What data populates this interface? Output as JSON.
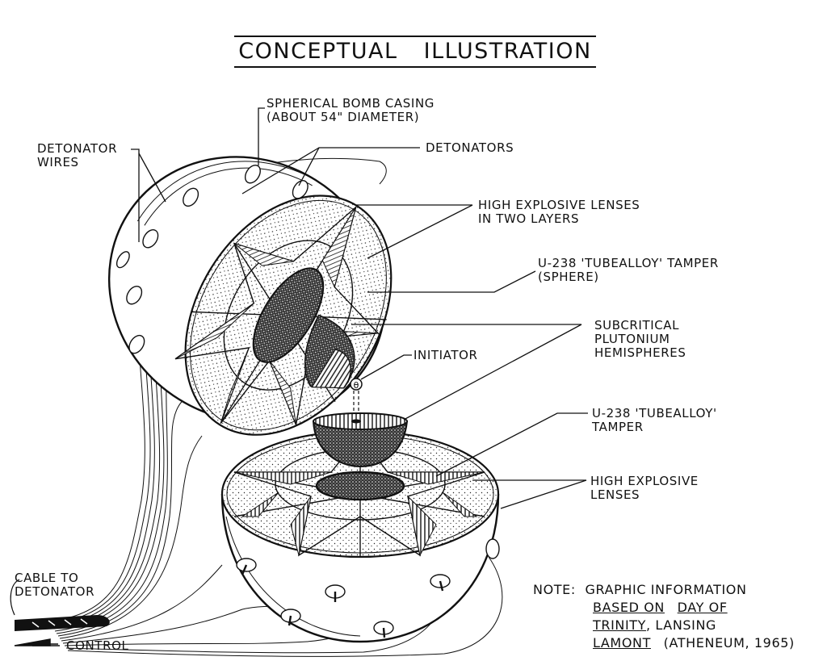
{
  "title": "CONCEPTUAL ILLUSTRATION",
  "labels": {
    "casing_line1": "SPHERICAL BOMB CASING",
    "casing_line2": "(ABOUT 54\" DIAMETER)",
    "detonators": "DETONATORS",
    "detonator_wires_line1": "DETONATOR",
    "detonator_wires_line2": "WIRES",
    "he_two_layers_line1": "HIGH EXPLOSIVE LENSES",
    "he_two_layers_line2": "IN TWO LAYERS",
    "tamper_sphere_line1": "U-238 'TUBEALLOY' TAMPER",
    "tamper_sphere_line2": "(SPHERE)",
    "plutonium_line1": "SUBCRITICAL",
    "plutonium_line2": "PLUTONIUM",
    "plutonium_line3": "HEMISPHERES",
    "initiator": "INITIATOR",
    "tamper_line1": "U-238 'TUBEALLOY'",
    "tamper_line2": "TAMPER",
    "he_lenses_line1": "HIGH EXPLOSIVE",
    "he_lenses_line2": "LENSES",
    "cable_line1": "CABLE TO",
    "cable_line2": "DETONATOR",
    "control": "CONTROL"
  },
  "note": {
    "key": "NOTE:",
    "line1": "GRAPHIC INFORMATION",
    "line2_a": "BASED ON",
    "line2_b": "DAY OF",
    "line3_a": "TRINITY",
    "line3_b": ", LANSING",
    "line4_a": "LAMONT",
    "line4_b": "(ATHENEUM, 1965)"
  },
  "initiator_glyph": "θ",
  "colors": {
    "ink": "#111111",
    "paper": "#ffffff",
    "stipple": "#2a2a2a"
  }
}
